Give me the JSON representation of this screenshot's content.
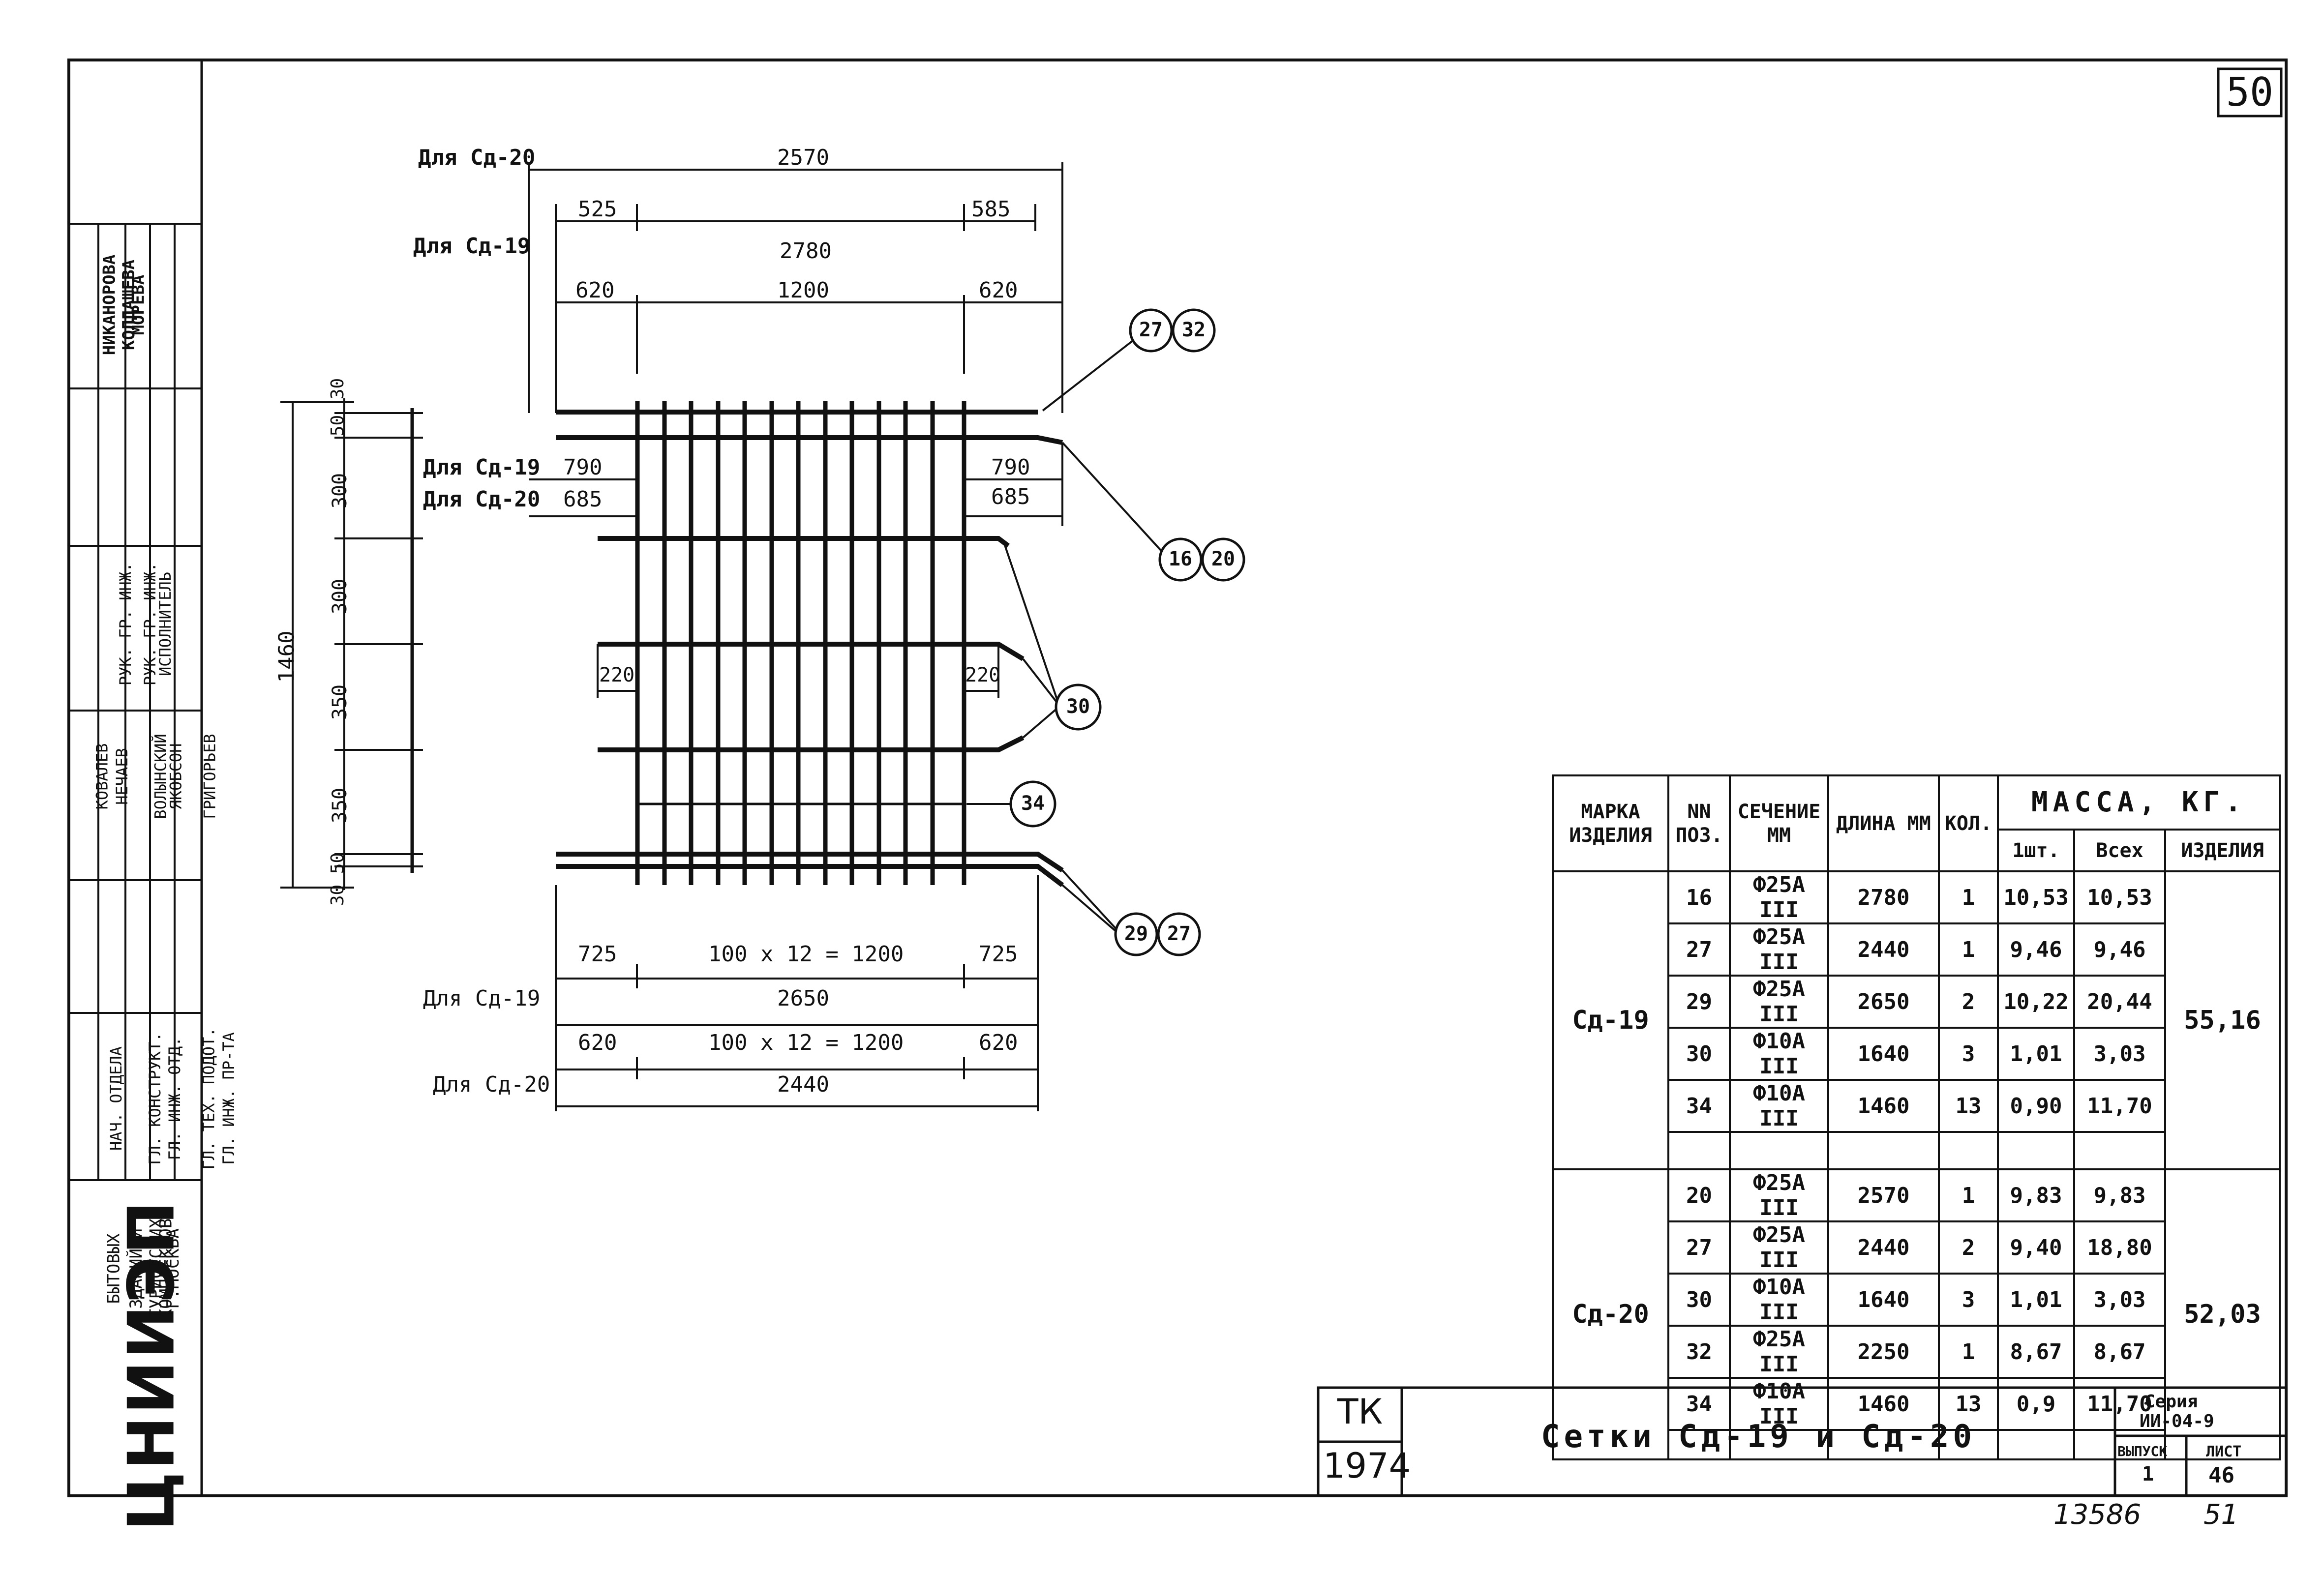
{
  "sheet_number": "50",
  "stamp_number": "13586",
  "page_note": "51",
  "left_block": {
    "org": "ЦНИИЭП",
    "org_desc": [
      "БЫТОВЫХ",
      "ЗДАНИЙ И",
      "ТУРИСТСКИХ",
      "КОМПЛЕКСОВ",
      "Г.МОСКВА"
    ],
    "roles": [
      "НАЧ. ОТДЕЛА",
      "ГЛ. КОНСТРУКТ.",
      "ГЛ. ИНЖ. ОТД.",
      "ГЛ. ТЕХ. ПОДОТ.",
      "ГЛ. ИНЖ. ПР-ТА"
    ],
    "names": [
      "КОВАЛЕВ",
      "НЕЧАЕВ",
      "ВОЛЫНСКИЙ",
      "ЯКОБСОН",
      "ГРИГОРЬЕВ"
    ],
    "roles2": [
      "РУК. ГР. ИНЖ.",
      "РУК. ГР. ИНЖ.",
      "ИСПОЛНИТЕЛЬ"
    ],
    "names2": [
      "НИКАНОРОВА",
      "КОЛДАШЕВА",
      "МОРЕВА"
    ]
  },
  "drawing": {
    "top_labels": {
      "for20": "Для Сд-20",
      "for19": "Для Сд-19",
      "d2570": "2570",
      "d525a": "525",
      "d525b": "585",
      "d2780": "2780",
      "d620a": "620",
      "d1200": "1200",
      "d620b": "620"
    },
    "side_labels": {
      "for19": "Для Сд-19",
      "for20": "Для Сд-20",
      "d790a": "790",
      "d685a": "685",
      "d790b": "790",
      "d685b": "685",
      "d220a": "220",
      "d220b": "220"
    },
    "vertical_dims": {
      "total": "1460",
      "parts": [
        "30",
        "50",
        "300",
        "300",
        "350",
        "350",
        "50",
        "30"
      ]
    },
    "bottom_labels": {
      "d725a": "725",
      "spacing1": "100 х 12 = 1200",
      "d725b": "725",
      "for19": "Для Сд-19",
      "d2650": "2650",
      "d620a": "620",
      "spacing2": "100 х 12 = 1200",
      "d620b": "620",
      "for20": "Для Сд-20",
      "d2440": "2440"
    },
    "callouts": [
      {
        "a": "27",
        "b": "32"
      },
      {
        "a": "16",
        "b": "20"
      },
      {
        "a": "30",
        "b": ""
      },
      {
        "a": "34",
        "b": ""
      },
      {
        "a": "29",
        "b": "27"
      }
    ]
  },
  "table": {
    "headers": {
      "mark": "МАРКА ИЗДЕЛИЯ",
      "pos": "NN ПОЗ.",
      "section": "СЕЧЕНИЕ ММ",
      "length": "ДЛИНА ММ",
      "qty": "КОЛ.",
      "mass": "МАССА, КГ.",
      "one": "1шт.",
      "all": "Всех",
      "item": "ИЗДЕЛИЯ"
    },
    "groups": [
      {
        "mark": "Сд-19",
        "total": "55,16",
        "rows": [
          [
            "16",
            "Ф25А III",
            "2780",
            "1",
            "10,53",
            "10,53"
          ],
          [
            "27",
            "Ф25А III",
            "2440",
            "1",
            "9,46",
            "9,46"
          ],
          [
            "29",
            "Ф25А III",
            "2650",
            "2",
            "10,22",
            "20,44"
          ],
          [
            "30",
            "Ф10А III",
            "1640",
            "3",
            "1,01",
            "3,03"
          ],
          [
            "34",
            "Ф10А III",
            "1460",
            "13",
            "0,90",
            "11,70"
          ],
          [
            "",
            "",
            "",
            "",
            "",
            ""
          ]
        ]
      },
      {
        "mark": "Сд-20",
        "total": "52,03",
        "rows": [
          [
            "20",
            "Ф25А III",
            "2570",
            "1",
            "9,83",
            "9,83"
          ],
          [
            "27",
            "Ф25А III",
            "2440",
            "2",
            "9,40",
            "18,80"
          ],
          [
            "30",
            "Ф10А III",
            "1640",
            "3",
            "1,01",
            "3,03"
          ],
          [
            "32",
            "Ф25А III",
            "2250",
            "1",
            "8,67",
            "8,67"
          ],
          [
            "34",
            "Ф10А III",
            "1460",
            "13",
            "0,9",
            "11,70"
          ],
          [
            "",
            "",
            "",
            "",
            "",
            ""
          ]
        ]
      }
    ]
  },
  "title_block": {
    "tk": "ТК",
    "year": "1974",
    "title": "Сетки Сд-19 и Сд-20",
    "series_label": "Серия",
    "series": "ИИ-04-9",
    "issue_label": "ВЫПУСК",
    "issue": "1",
    "sheet_label": "ЛИСТ",
    "sheet": "46"
  }
}
